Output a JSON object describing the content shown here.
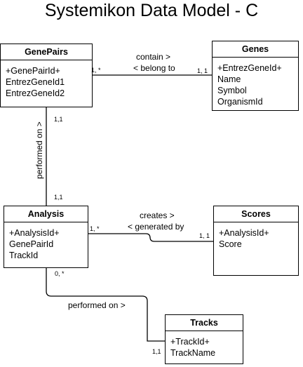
{
  "title": "Systemikon Data Model - C",
  "entities": {
    "genepairs": {
      "name": "GenePairs",
      "attributes": [
        "+GenePairId+",
        "EntrezGeneId1",
        "EntrezGeneId2"
      ]
    },
    "genes": {
      "name": "Genes",
      "attributes": [
        "+EntrezGeneId+",
        "Name",
        "Symbol",
        "OrganismId"
      ]
    },
    "analysis": {
      "name": "Analysis",
      "attributes": [
        "+AnalysisId+",
        "GenePairId",
        "TrackId"
      ]
    },
    "scores": {
      "name": "Scores",
      "attributes": [
        "+AnalysisId+",
        "Score"
      ]
    },
    "tracks": {
      "name": "Tracks",
      "attributes": [
        "+TrackId+",
        "TrackName"
      ]
    }
  },
  "relationships": {
    "genepairs_genes": {
      "forward": "contain >",
      "backward": "< belong to",
      "mult_from": "1, *",
      "mult_to": "1, 1"
    },
    "genepairs_analysis": {
      "label": "performed on >",
      "mult_from": "1,1",
      "mult_to": "1,1"
    },
    "analysis_scores": {
      "forward": "creates >",
      "backward": "< generated by",
      "mult_from": "1, *",
      "mult_to": "1, 1"
    },
    "analysis_tracks": {
      "label": "performed on >",
      "mult_from": "0, *",
      "mult_to": "1,1"
    }
  }
}
